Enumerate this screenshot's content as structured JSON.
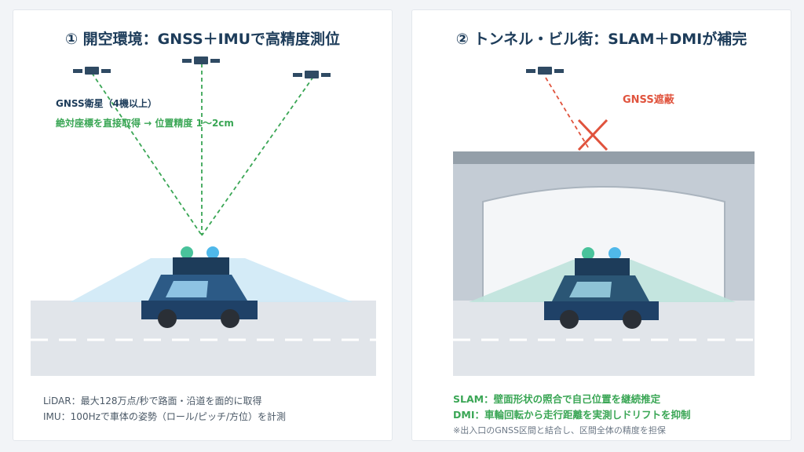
{
  "left_panel": {
    "title": "① 開空環境：GNSS＋IMUで高精度測位",
    "satellite_label": "GNSS衛星（4機以上）",
    "direct_label": "絶対座標を直接取得 → 位置精度 1〜2cm",
    "notes": [
      "LiDAR：最大128万点/秒で路面・沿道を面的に取得",
      "IMU：100Hzで車体の姿勢（ロール/ピッチ/方位）を計測"
    ]
  },
  "right_panel": {
    "title": "② トンネル・ビル街：SLAM＋DMIが補完",
    "blocked_label": "GNSS遮蔽",
    "notes": [
      "SLAM：壁面形状の照合で自己位置を継続推定",
      "DMI：車輪回転から走行距離を実測しドリフトを抑制"
    ],
    "footnote": "※出入口のGNSS区間と結合し、区間全体の精度を担保"
  },
  "colors": {
    "navy": "#1d3c5a",
    "green": "#3aa655",
    "red": "#e0533d",
    "road": "#e1e5ea",
    "car_left": "#2c5a86",
    "car_right": "#2b5675",
    "tunnel": "#c4ccd5",
    "tunnel_top": "#949fa9"
  }
}
